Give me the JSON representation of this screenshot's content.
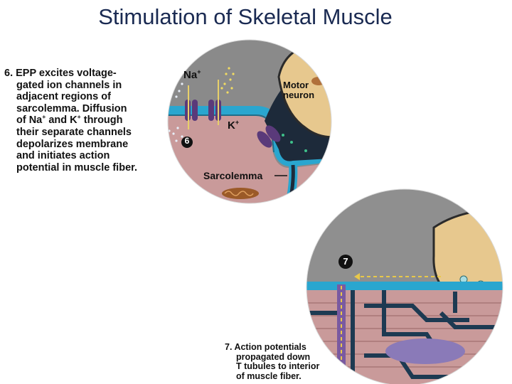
{
  "title": "Stimulation of Skeletal Muscle",
  "step6": {
    "number": "6.",
    "lines": [
      "EPP excites voltage-",
      "gated ion channels in",
      "adjacent regions of",
      "sarcolemma. Diffusion",
      "of Na",
      "and K",
      "through",
      "their separate channels",
      "depolarizes membrane",
      "and initiates action",
      "potential in muscle fiber."
    ],
    "plus": "+",
    "badge": "6"
  },
  "step7": {
    "number": "7.",
    "lines": [
      "Action potentials",
      "propagated down",
      "T tubules to interior",
      "of muscle fiber."
    ],
    "badge": "7"
  },
  "labels": {
    "na": "Na",
    "k": "K",
    "plus": "+",
    "motor_neuron_1": "Motor",
    "motor_neuron_2": "neuron",
    "sarcolemma": "Sarcolemma"
  },
  "colors": {
    "title": "#1a2a52",
    "sarcolemma_blue": "#2aa6cf",
    "muscle_pink": "#c99a9a",
    "neuron_tan": "#e7c88e",
    "channel_purple": "#5a3a7a",
    "background_gray": "#8c8c8c"
  }
}
